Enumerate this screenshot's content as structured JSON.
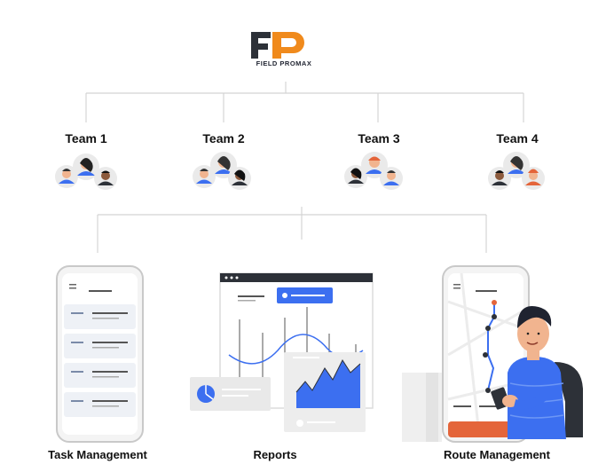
{
  "logo": {
    "letters": "FP",
    "text": "FIELD PROMAX",
    "colors": {
      "dark": "#2d3138",
      "accent": "#f08a1c"
    }
  },
  "teams": [
    {
      "label": "Team 1"
    },
    {
      "label": "Team 2"
    },
    {
      "label": "Team 3"
    },
    {
      "label": "Team 4"
    }
  ],
  "modules": [
    {
      "label": "Task Management",
      "icon": "phone-task-list-icon"
    },
    {
      "label": "Reports",
      "icon": "report-dashboard-icon"
    },
    {
      "label": "Route Management",
      "icon": "phone-map-route-icon"
    }
  ],
  "colors": {
    "line": "#d4d4d4",
    "accent_blue": "#3c6ff0",
    "text": "#111111"
  }
}
